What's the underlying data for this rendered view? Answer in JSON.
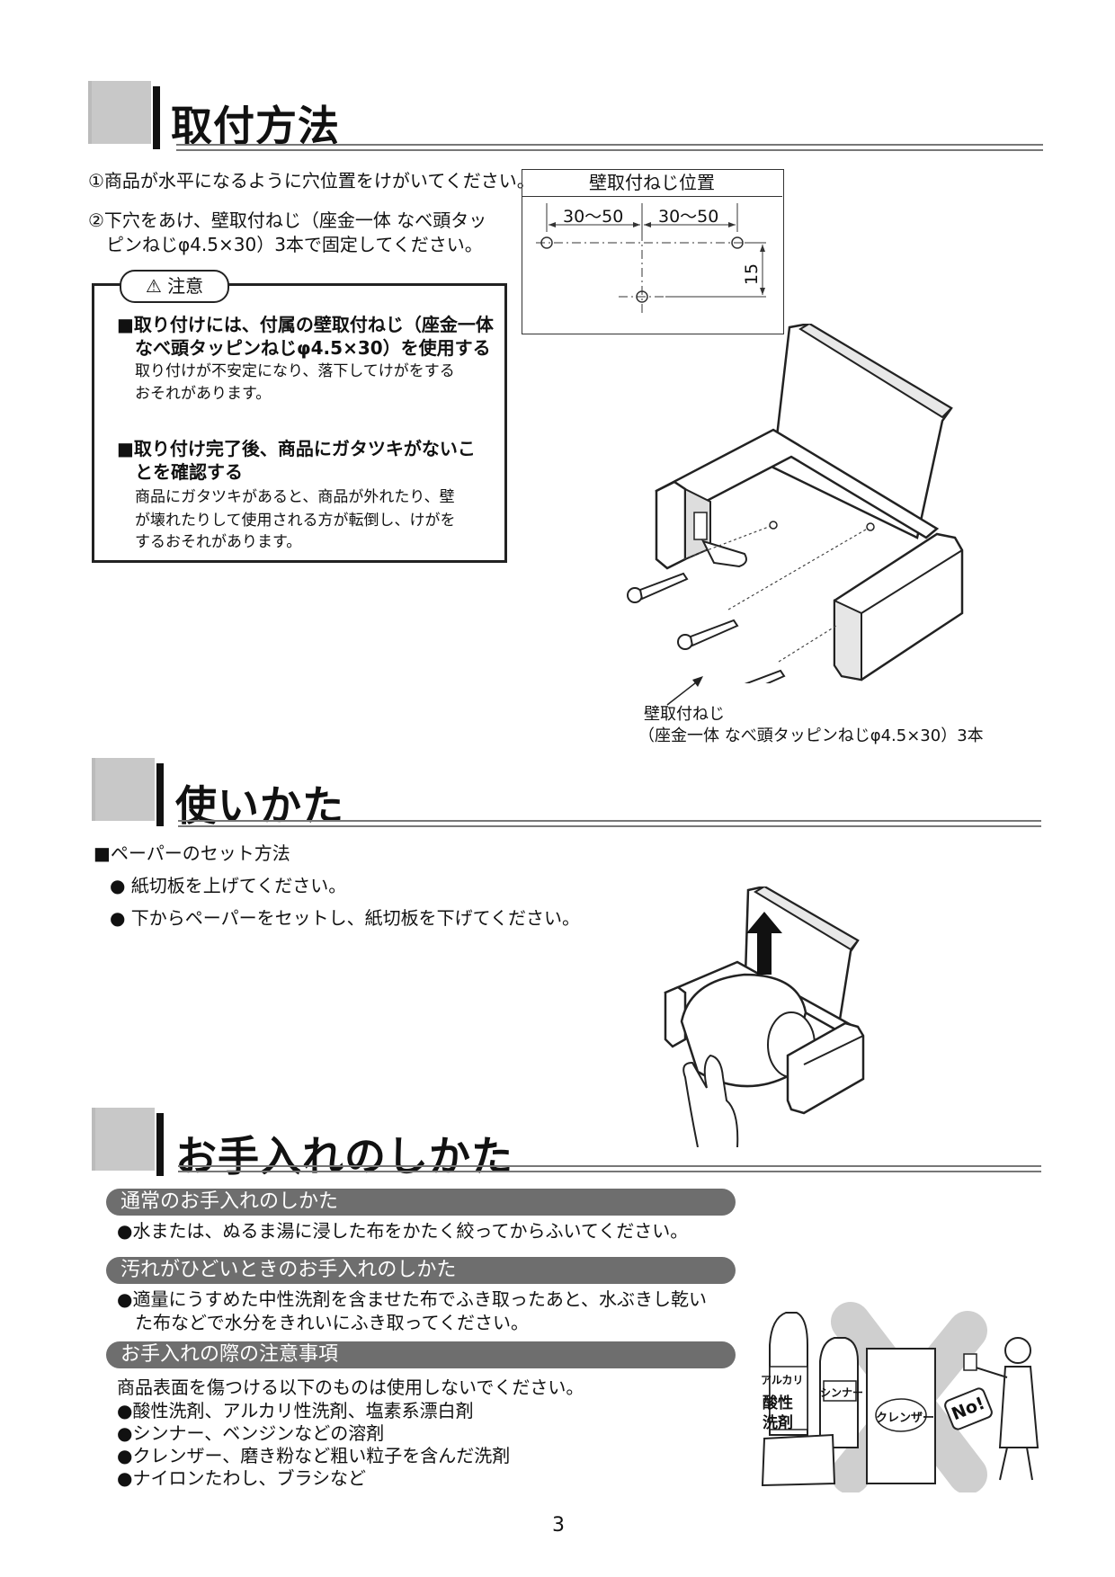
{
  "install": {
    "title": "取付方法",
    "step1": "①商品が水平になるように穴位置をけがいてください。",
    "step2_line1": "②下穴をあけ、壁取付ねじ（座金一体 なべ頭タッ",
    "step2_line2": "ピンねじφ4.5×30）3本で固定してください。",
    "caution": {
      "tab": "注意",
      "item1_head_line1": "■取り付けには、付属の壁取付ねじ（座金一体",
      "item1_head_line2": "なべ頭タッピンねじφ4.5×30）を使用する",
      "item1_body_line1": "取り付けが不安定になり、落下してけがをする",
      "item1_body_line2": "おそれがあります。",
      "item2_head_line1": "■取り付け完了後、商品にガタツキがないこ",
      "item2_head_line2": "とを確認する",
      "item2_body_line1": "商品にガタツキがあると、商品が外れたり、壁",
      "item2_body_line2": "が壊れたりして使用される方が転倒し、けがを",
      "item2_body_line3": "するおそれがあります。"
    },
    "diagram": {
      "title": "壁取付ねじ位置",
      "dim_left": "30～50",
      "dim_right": "30～50",
      "dim_vertical": "15"
    },
    "screw_caption_line1": "壁取付ねじ",
    "screw_caption_line2": "（座金一体 なべ頭タッピンねじφ4.5×30）3本"
  },
  "usage": {
    "title": "使いかた",
    "heading": "■ペーパーのセット方法",
    "bullet1": "● 紙切板を上げてください。",
    "bullet2": "● 下からペーパーをセットし、紙切板を下げてください。"
  },
  "care": {
    "title": "お手入れのしかた",
    "normal_pill": "通常のお手入れのしかた",
    "normal_text": "●水または、ぬるま湯に浸した布をかたく絞ってからふいてください。",
    "dirty_pill": "汚れがひどいときのお手入れのしかた",
    "dirty_line1": "●適量にうすめた中性洗剤を含ませた布でふき取ったあと、水ぶきし乾い",
    "dirty_line2": "た布などで水分をきれいにふき取ってください。",
    "notes_pill": "お手入れの際の注意事項",
    "notes_intro": "商品表面を傷つける以下のものは使用しないでください。",
    "notes": [
      "●酸性洗剤、アルカリ性洗剤、塩素系漂白剤",
      "●シンナー、ベンジンなどの溶剤",
      "●クレンザー、磨き粉など粗い粒子を含んだ洗剤",
      "●ナイロンたわし、ブラシなど"
    ],
    "illustration_labels": {
      "alkali": "アルカリ",
      "acid": "酸性",
      "detergent": "洗剤",
      "thinner": "シンナー",
      "cleanser": "クレンザー",
      "no": "No!"
    }
  },
  "page_number": "3"
}
